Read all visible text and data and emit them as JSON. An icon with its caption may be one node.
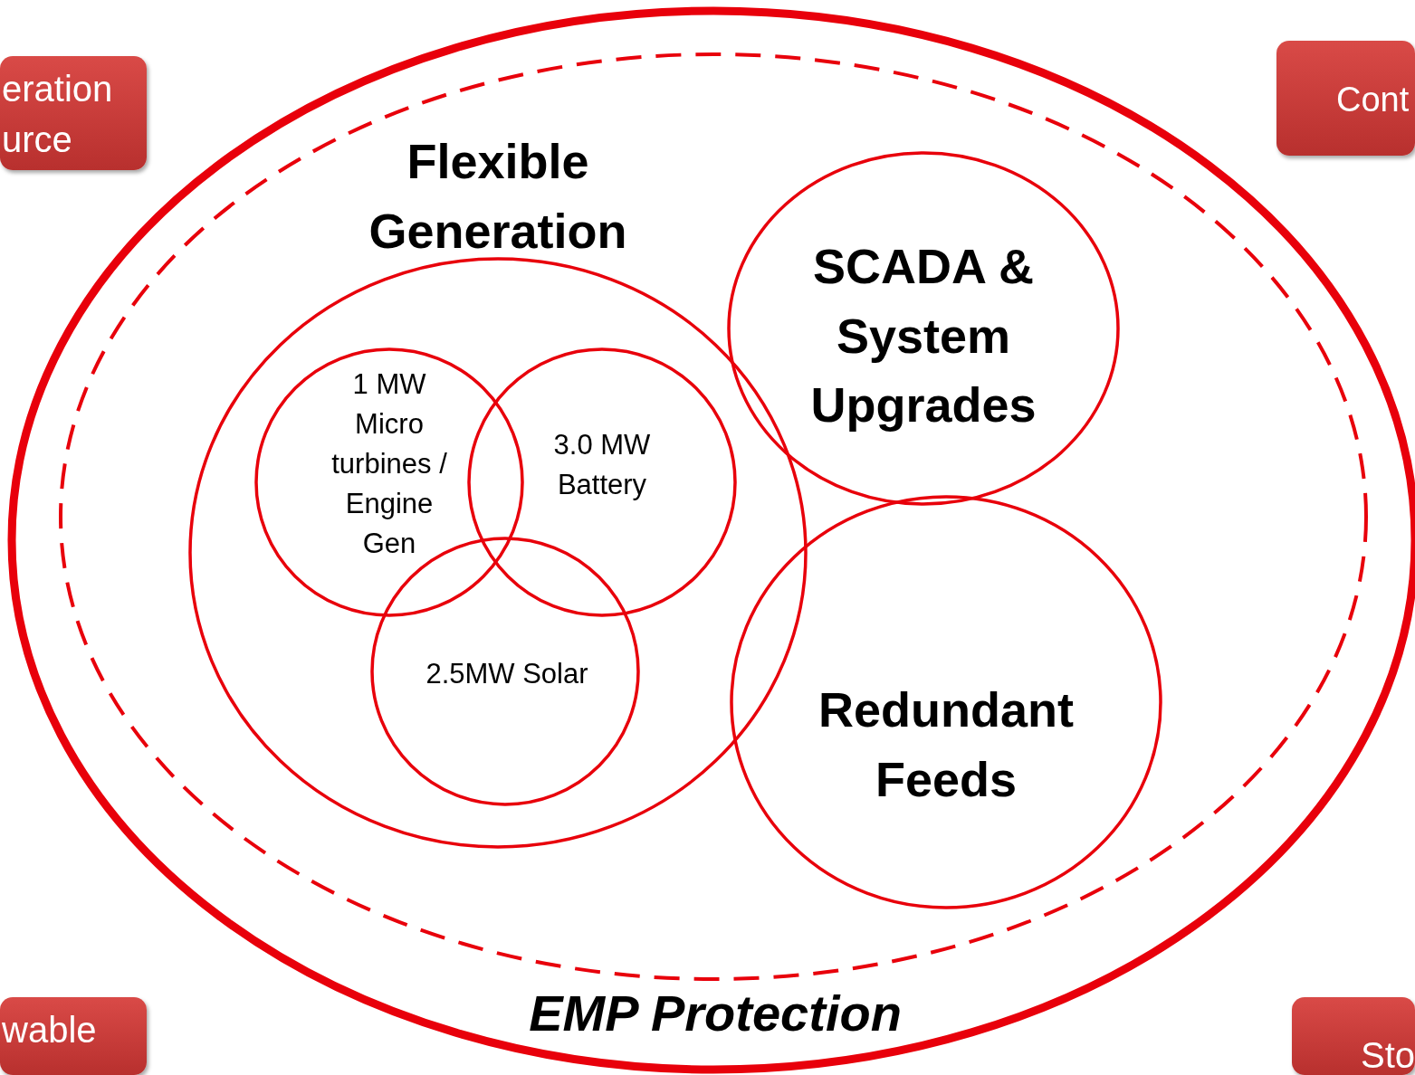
{
  "diagram": {
    "nodes": [
      {
        "text": [
          "EMP Protection"
        ]
      },
      {
        "text": [],
        "shape": "ellipse",
        "in": 0
      },
      {
        "text": [
          "Flexible Generation"
        ],
        "in": 1
      },
      {
        "text": [
          "1 MW Micro turbines / Engine Gen"
        ],
        "in": 2
      },
      {
        "text": [
          "3.0 MW Battery"
        ],
        "in": 2
      },
      {
        "text": [
          "2.5MW Solar"
        ],
        "in": 2
      },
      {
        "text": [
          "SCADA & System Upgrades"
        ],
        "in": 1
      },
      {
        "text": [
          "Redundant Feeds"
        ],
        "in": 1
      },
      {
        "text": [
          "eration urce"
        ]
      },
      {
        "text": [
          "Cont"
        ]
      },
      {
        "text": [
          "wable"
        ]
      },
      {
        "text": [
          "Sto"
        ]
      }
    ],
    "edges": []
  }
}
